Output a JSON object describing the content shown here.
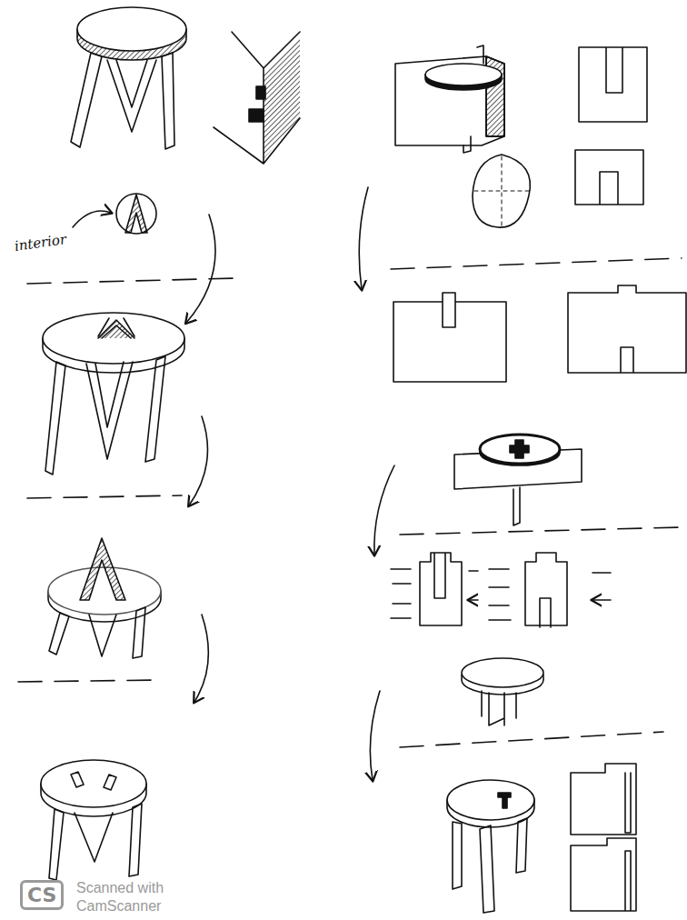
{
  "diagram": {
    "labels": [
      "interior",
      "CS",
      "Scanned with",
      "CamScanner"
    ]
  }
}
